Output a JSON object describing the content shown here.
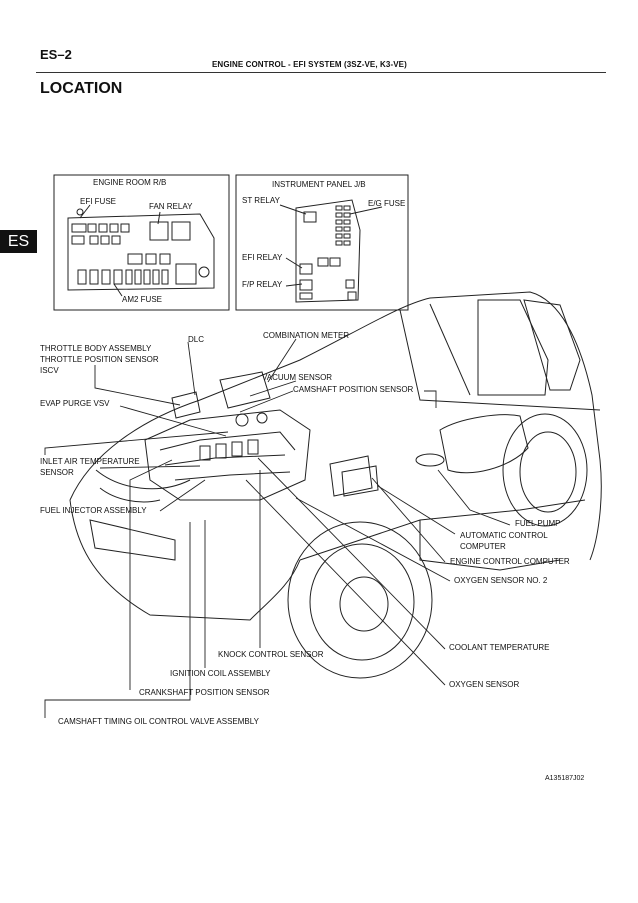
{
  "header": {
    "page_number": "ES–2",
    "section": "ENGINE CONTROL - EFI SYSTEM (3SZ-VE, K3-VE)",
    "title": "LOCATION",
    "side_tab": "ES"
  },
  "engine_room_box": {
    "title": "ENGINE ROOM R/B",
    "efi_fuse": "EFI FUSE",
    "fan_relay": "FAN RELAY",
    "am2_fuse": "AM2 FUSE"
  },
  "instrument_panel_box": {
    "title": "INSTRUMENT PANEL J/B",
    "st_relay": "ST RELAY",
    "eg_fuse": "E/G FUSE",
    "efi_relay": "EFI RELAY",
    "fp_relay": "F/P RELAY"
  },
  "labels": {
    "dlc": "DLC",
    "combination_meter": "COMBINATION METER",
    "throttle_body_1": "THROTTLE BODY ASSEMBLY",
    "throttle_body_2": "THROTTLE POSITION SENSOR",
    "throttle_body_3": "ISCV",
    "vacuum_sensor": "VACUUM SENSOR",
    "camshaft_position_sensor": "CAMSHAFT POSITION SENSOR",
    "evap_purge_vsv": "EVAP PURGE VSV",
    "inlet_air_1": "INLET AIR TEMPERATURE",
    "inlet_air_2": "SENSOR",
    "fuel_injector": "FUEL INJECTOR ASSEMBLY",
    "fuel_pump": "FUEL PUMP",
    "automatic_control_1": "AUTOMATIC CONTROL",
    "automatic_control_2": "COMPUTER",
    "engine_control_computer": "ENGINE CONTROL COMPUTER",
    "oxygen_sensor_no2": "OXYGEN SENSOR NO. 2",
    "knock_control_sensor": "KNOCK CONTROL SENSOR",
    "coolant_temperature": "COOLANT TEMPERATURE",
    "ignition_coil": "IGNITION COIL ASSEMBLY",
    "oxygen_sensor": "OXYGEN SENSOR",
    "crankshaft_position_sensor": "CRANKSHAFT POSITION SENSOR",
    "camshaft_timing": "CAMSHAFT TIMING OIL CONTROL VALVE ASSEMBLY"
  },
  "figure_id": "A135187J02"
}
